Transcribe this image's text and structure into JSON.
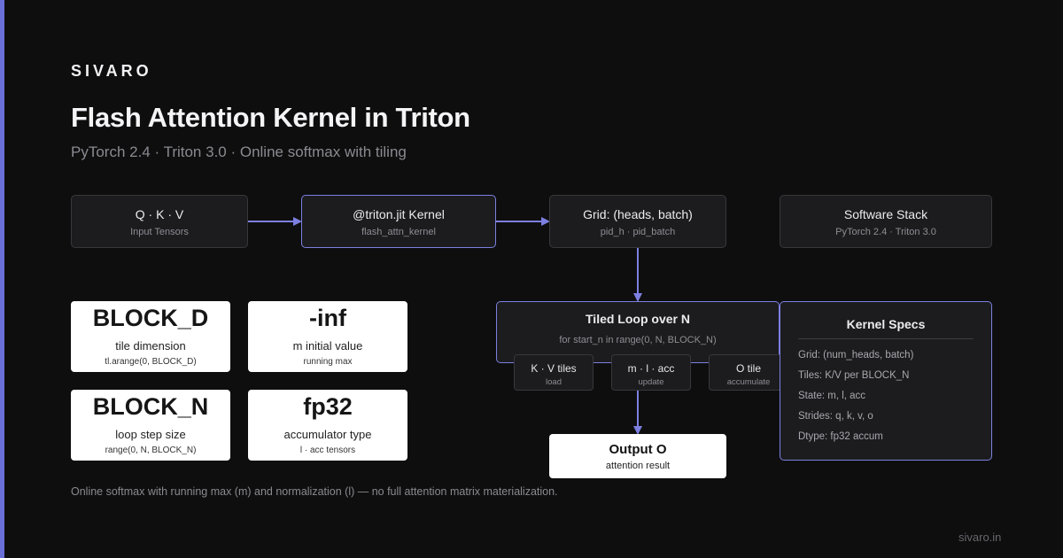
{
  "brand": "SIVARO",
  "title": "Flash Attention Kernel in Triton",
  "subtitle": "PyTorch 2.4 · Triton 3.0 · Online softmax with tiling",
  "colors": {
    "accent": "#7d80e0",
    "background": "#0e0e0f",
    "node_fill": "#1c1c1f",
    "card_fill": "#ffffff"
  },
  "flow": {
    "input": {
      "title": "Q · K · V",
      "sub": "Input Tensors"
    },
    "kernel": {
      "title": "@triton.jit Kernel",
      "sub": "flash_attn_kernel"
    },
    "grid": {
      "title": "Grid: (heads, batch)",
      "sub": "pid_h · pid_batch"
    },
    "stack": {
      "title": "Software Stack",
      "sub": "PyTorch 2.4 · Triton 3.0"
    },
    "loop": {
      "title": "Tiled Loop over N",
      "sub": "for start_n in range(0, N, BLOCK_N)"
    },
    "chips": [
      {
        "title": "K · V tiles",
        "sub": "load"
      },
      {
        "title": "m · l · acc",
        "sub": "update"
      },
      {
        "title": "O tile",
        "sub": "accumulate"
      }
    ],
    "output": {
      "title": "Output O",
      "sub": "attention result"
    }
  },
  "stats": [
    {
      "value": "BLOCK_D",
      "label": "tile dimension",
      "detail": "tl.arange(0, BLOCK_D)"
    },
    {
      "value": "-inf",
      "label": "m initial value",
      "detail": "running max"
    },
    {
      "value": "BLOCK_N",
      "label": "loop step size",
      "detail": "range(0, N, BLOCK_N)"
    },
    {
      "value": "fp32",
      "label": "accumulator type",
      "detail": "l · acc tensors"
    }
  ],
  "specs": {
    "heading": "Kernel Specs",
    "rows": [
      "Grid: (num_heads, batch)",
      "Tiles: K/V per BLOCK_N",
      "State: m, l, acc",
      "Strides: q, k, v, o",
      "Dtype: fp32 accum"
    ]
  },
  "footnote": "Online softmax with running max (m) and normalization (l) — no full attention matrix materialization.",
  "domain": "sivaro.in"
}
